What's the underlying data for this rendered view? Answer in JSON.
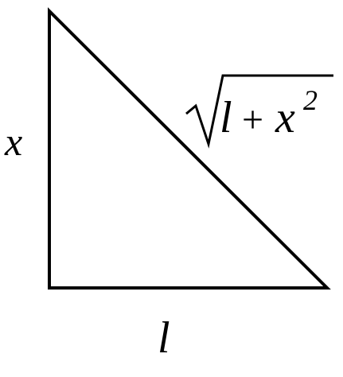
{
  "diagram": {
    "stroke_color": "#000000",
    "background_color": "#ffffff",
    "labels": {
      "vertical_side": "x",
      "horizontal_side": "l",
      "hypotenuse": {
        "term1": "l",
        "operator": "+",
        "term2": "x",
        "exponent": "2"
      }
    }
  }
}
